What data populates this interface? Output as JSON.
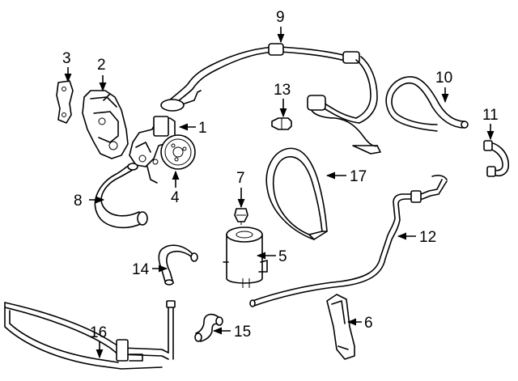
{
  "callouts": [
    "1",
    "2",
    "3",
    "4",
    "5",
    "6",
    "7",
    "8",
    "9",
    "10",
    "11",
    "12",
    "13",
    "14",
    "15",
    "16",
    "17"
  ],
  "colors": {
    "line": "#000000",
    "background": "#ffffff"
  }
}
